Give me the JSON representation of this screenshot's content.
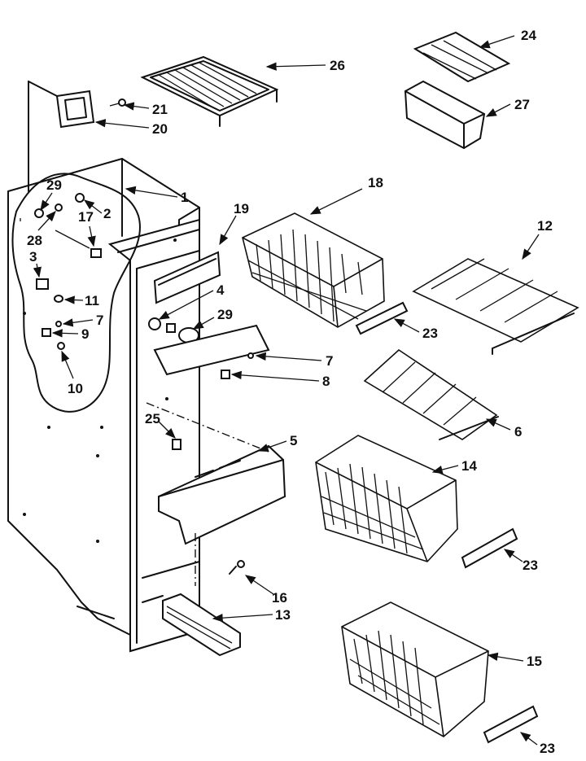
{
  "labels": {
    "p1": "1",
    "p2": "2",
    "p3": "3",
    "p4": "4",
    "p5": "5",
    "p6": "6",
    "p7": "7",
    "p8": "8",
    "p9": "9",
    "p10": "10",
    "p11": "11",
    "p12": "12",
    "p13": "13",
    "p14": "14",
    "p15": "15",
    "p16": "16",
    "p17": "17",
    "p18": "18",
    "p19": "19",
    "p20": "20",
    "p21": "21",
    "p23": "23",
    "p24": "24",
    "p25": "25",
    "p26": "26",
    "p27": "27",
    "p28": "28",
    "p29": "29"
  },
  "colors": {
    "line": "#111111",
    "background": "#ffffff"
  }
}
